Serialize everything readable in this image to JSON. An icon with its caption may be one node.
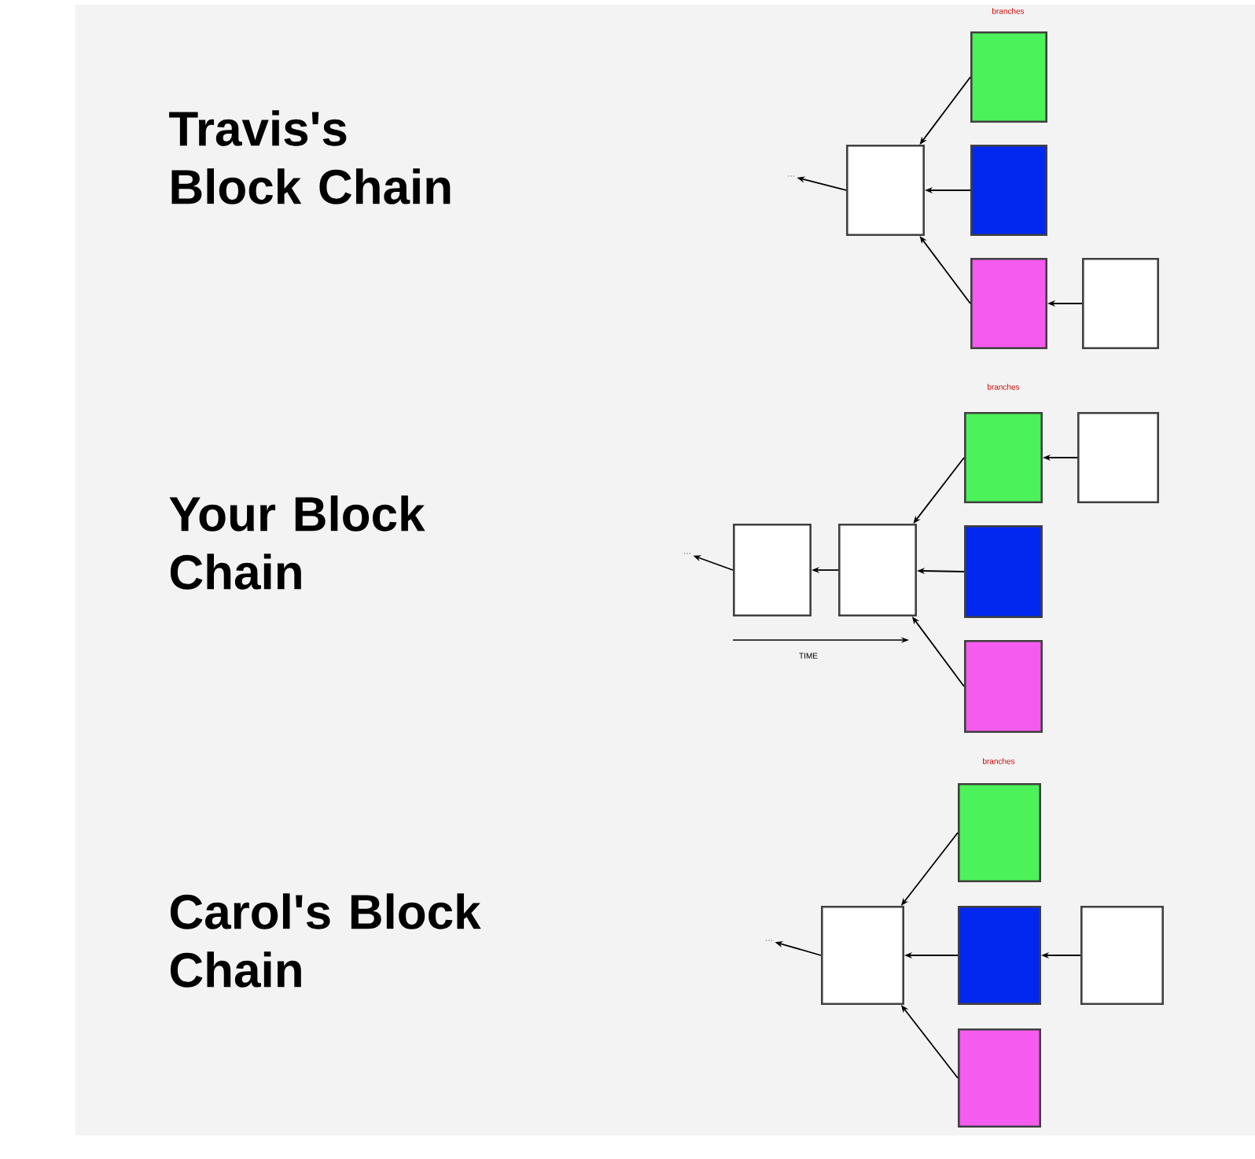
{
  "diagram": {
    "nodes": [
      {
        "text": [],
        "shape": "box"
      },
      {
        "text": [],
        "shape": "box"
      },
      {
        "text": [],
        "shape": "box"
      },
      {
        "text": [],
        "shape": "box"
      },
      {
        "text": [],
        "shape": "box"
      },
      {
        "text": [],
        "shape": "box"
      },
      {
        "text": [],
        "shape": "box"
      },
      {
        "text": [],
        "shape": "box"
      },
      {
        "text": [],
        "shape": "box"
      },
      {
        "text": [],
        "shape": "box"
      },
      {
        "text": [],
        "shape": "box"
      },
      {
        "text": [],
        "shape": "box"
      },
      {
        "text": [],
        "shape": "box"
      },
      {
        "text": [],
        "shape": "box"
      },
      {
        "text": [],
        "shape": "box"
      },
      {
        "text": [],
        "shape": "box"
      },
      {
        "text": [
          "..."
        ]
      },
      {
        "text": [
          "..."
        ]
      },
      {
        "text": [
          "..."
        ]
      }
    ],
    "edges": [
      {
        "from": 0,
        "to": 16,
        "arrow": "to"
      },
      {
        "from": 1,
        "to": 0,
        "arrow": "to"
      },
      {
        "from": 2,
        "to": 0,
        "arrow": "to"
      },
      {
        "from": 3,
        "to": 0,
        "arrow": "to"
      },
      {
        "from": 4,
        "to": 3,
        "arrow": "to"
      },
      {
        "from": 5,
        "to": 17,
        "arrow": "to"
      },
      {
        "from": 6,
        "to": 5,
        "arrow": "to"
      },
      {
        "from": 7,
        "to": 6,
        "arrow": "to"
      },
      {
        "from": 8,
        "to": 6,
        "arrow": "to"
      },
      {
        "from": 9,
        "to": 6,
        "arrow": "to"
      },
      {
        "from": 10,
        "to": 7,
        "arrow": "to"
      },
      {
        "from": 11,
        "to": 18,
        "arrow": "to"
      },
      {
        "from": 12,
        "to": 11,
        "arrow": "to"
      },
      {
        "from": 13,
        "to": 11,
        "arrow": "to"
      },
      {
        "from": 14,
        "to": 11,
        "arrow": "to"
      },
      {
        "from": 15,
        "to": 13,
        "arrow": "to"
      }
    ],
    "labels": [
      "branches",
      "Travis's Block Chain",
      "branches",
      "Your Block Chain",
      "TIME",
      "branches",
      "Carol's Block Chain"
    ]
  }
}
